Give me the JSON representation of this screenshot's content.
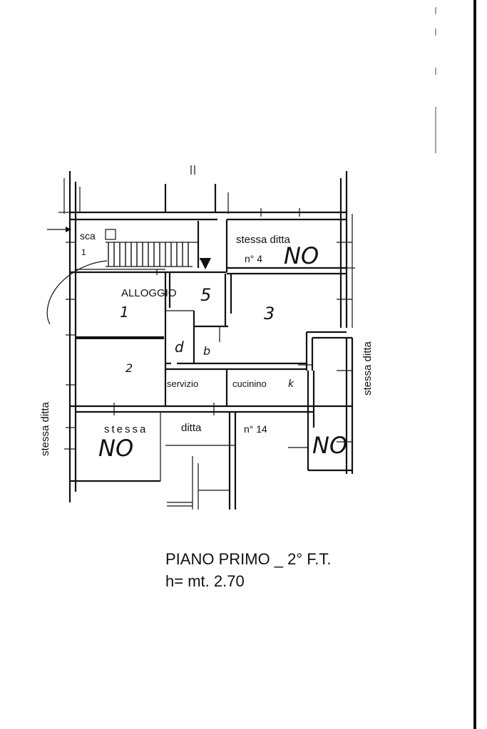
{
  "labels": {
    "stair": "sca",
    "stair_num": "1",
    "same_firm_top": "stessa ditta",
    "num_top": "n° 4",
    "no_top": "NO",
    "dwelling": "ALLOGGIO",
    "dwelling_num": "5",
    "room_1": "1",
    "room_2": "2",
    "room_3": "3",
    "hall": "d",
    "bath_mark": "b",
    "bathroom": "servizio",
    "kitchenette": "cucinino",
    "kitchen_mark": "k",
    "same_firm_right": "stessa ditta",
    "same_firm_left": "stessa ditta",
    "same_firm_bottom_a": "stessa",
    "same_firm_bottom_b": "ditta",
    "num_bottom": "n° 14",
    "no_bottom_left": "NO",
    "no_bottom_right": "NO"
  },
  "caption": {
    "floor": "PIANO PRIMO _ 2° F.T.",
    "height": "h= mt. 2.70"
  }
}
